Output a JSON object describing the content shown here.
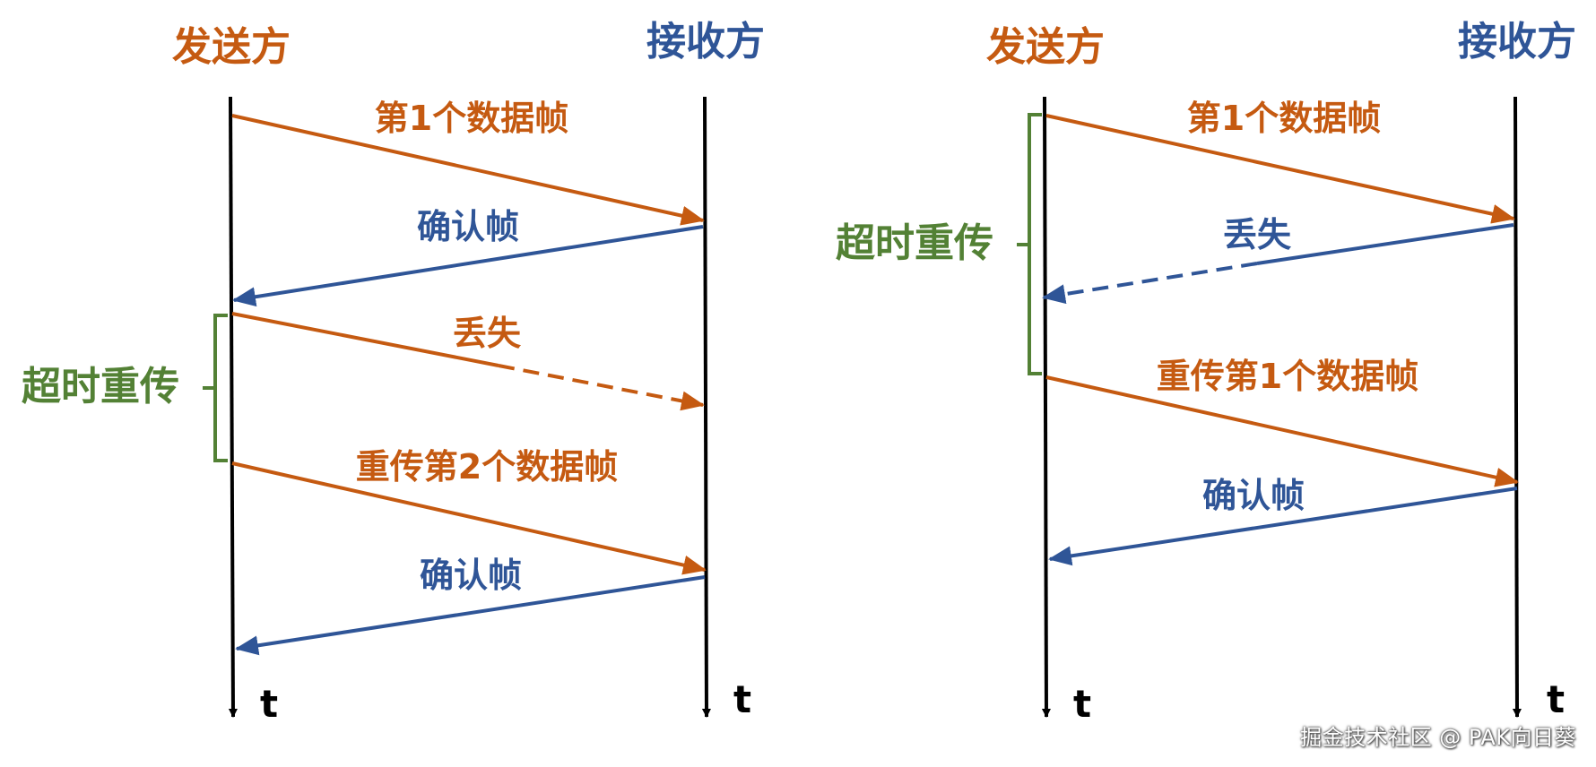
{
  "colors": {
    "sender": "#c55a11",
    "receiver": "#2f5597",
    "data_frame": "#c55a11",
    "ack_frame": "#2f5597",
    "timeout": "#538135",
    "timeline": "#000000"
  },
  "left": {
    "sender_title": "发送方",
    "receiver_title": "接收方",
    "sender_time": "t",
    "receiver_time": "t",
    "frame1_label": "第1个数据帧",
    "ack1_label": "确认帧",
    "lost_label": "丢失",
    "timeout_label": "超时重传",
    "resend_label": "重传第2个数据帧",
    "ack2_label": "确认帧"
  },
  "right": {
    "sender_title": "发送方",
    "receiver_title": "接收方",
    "sender_time": "t",
    "receiver_time": "t",
    "frame1_label": "第1个数据帧",
    "lost_label": "丢失",
    "timeout_label": "超时重传",
    "resend_label": "重传第1个数据帧",
    "ack_label": "确认帧"
  },
  "watermark": "掘金技术社区 @ PAK向日葵"
}
